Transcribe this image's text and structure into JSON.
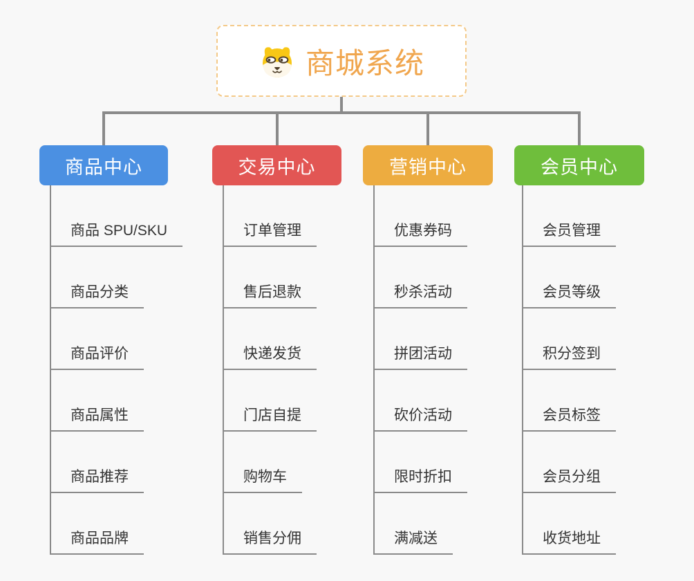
{
  "root": {
    "title": "商城系统",
    "icon": "shiba-dog-icon"
  },
  "branches": [
    {
      "label": "商品中心",
      "color": "#4B90E2",
      "children": [
        "商品 SPU/SKU",
        "商品分类",
        "商品评价",
        "商品属性",
        "商品推荐",
        "商品品牌"
      ]
    },
    {
      "label": "交易中心",
      "color": "#E25654",
      "children": [
        "订单管理",
        "售后退款",
        "快递发货",
        "门店自提",
        "购物车",
        "销售分佣"
      ]
    },
    {
      "label": "营销中心",
      "color": "#EDAC40",
      "children": [
        "优惠券码",
        "秒杀活动",
        "拼团活动",
        "砍价活动",
        "限时折扣",
        "满减送"
      ]
    },
    {
      "label": "会员中心",
      "color": "#6FBE3C",
      "children": [
        "会员管理",
        "会员等级",
        "积分签到",
        "会员标签",
        "会员分组",
        "收货地址"
      ]
    }
  ],
  "style_tokens": {
    "background": "#F8F8F8",
    "connector_color": "#8A8A8A",
    "root_title_color": "#F0A64E",
    "root_border_color": "#F4C988",
    "leaf_text_color": "#333333"
  }
}
